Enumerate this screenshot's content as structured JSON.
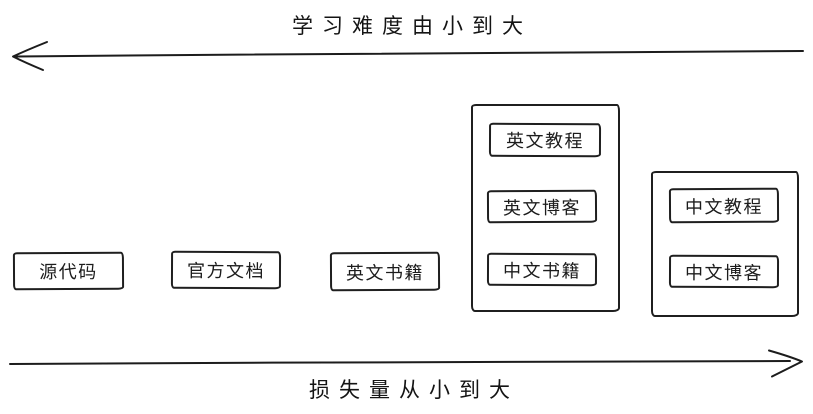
{
  "colors": {
    "ink": "#1c1c1c",
    "background": "#ffffff"
  },
  "axes": {
    "top": {
      "label": "学习难度由小到大",
      "direction": "left"
    },
    "bottom": {
      "label": "损失量从小到大",
      "direction": "right"
    }
  },
  "nodes": [
    {
      "label": "源代码"
    },
    {
      "label": "官方文档"
    },
    {
      "label": "英文书籍"
    }
  ],
  "groups": [
    {
      "items": [
        {
          "label": "英文教程"
        },
        {
          "label": "英文博客"
        },
        {
          "label": "中文书籍"
        }
      ]
    },
    {
      "items": [
        {
          "label": "中文教程"
        },
        {
          "label": "中文博客"
        }
      ]
    }
  ]
}
